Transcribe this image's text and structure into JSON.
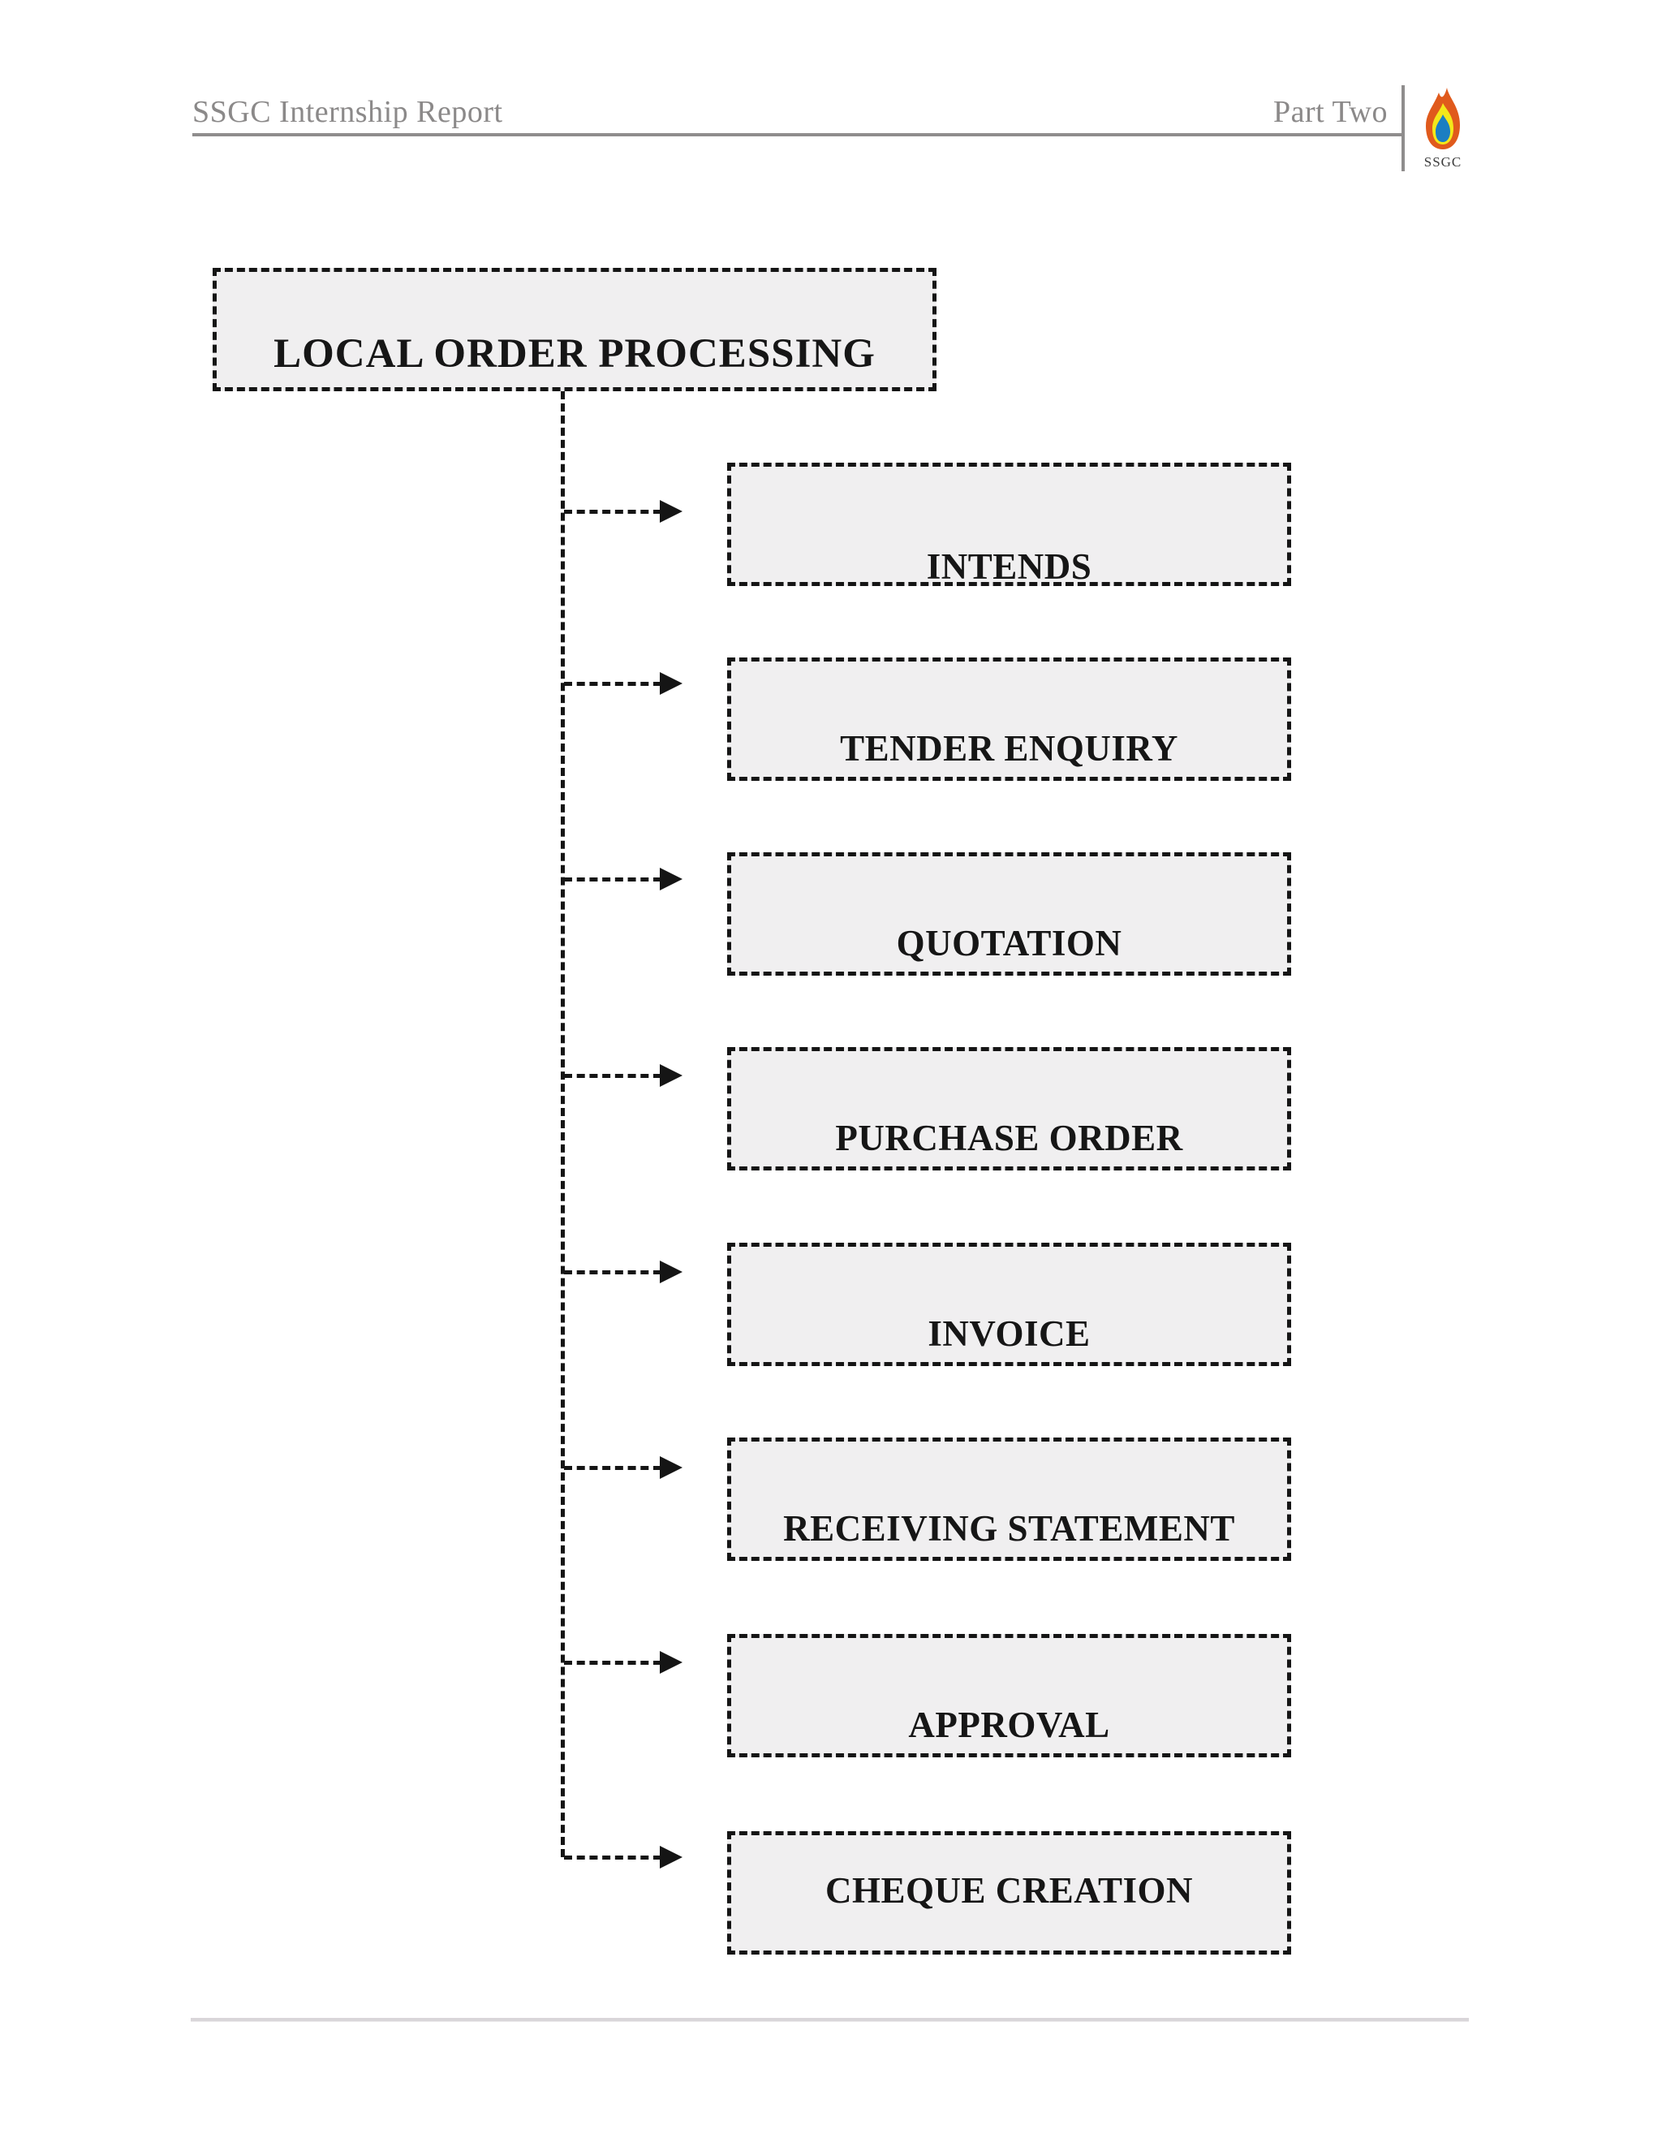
{
  "header": {
    "report_title": "SSGC Internship Report",
    "section": "Part Two",
    "logo_label": "SSGC"
  },
  "diagram": {
    "root_label": "LOCAL ORDER PROCESSING",
    "steps": [
      {
        "label": "INTENDS"
      },
      {
        "label": "TENDER ENQUIRY"
      },
      {
        "label": "QUOTATION"
      },
      {
        "label": "PURCHASE ORDER"
      },
      {
        "label": "INVOICE"
      },
      {
        "label": "RECEIVING STATEMENT"
      },
      {
        "label": "APPROVAL"
      },
      {
        "label": "CHEQUE CREATION"
      }
    ]
  },
  "colors": {
    "box_fill": "#f0eff0",
    "box_border": "#151515",
    "header_text": "#8b8989",
    "rule_dark": "#8f8d8d",
    "rule_light": "#d9d6d9",
    "flame_outer": "#e05a1c",
    "flame_mid": "#f3e81a",
    "flame_inner": "#1b7ec2"
  }
}
